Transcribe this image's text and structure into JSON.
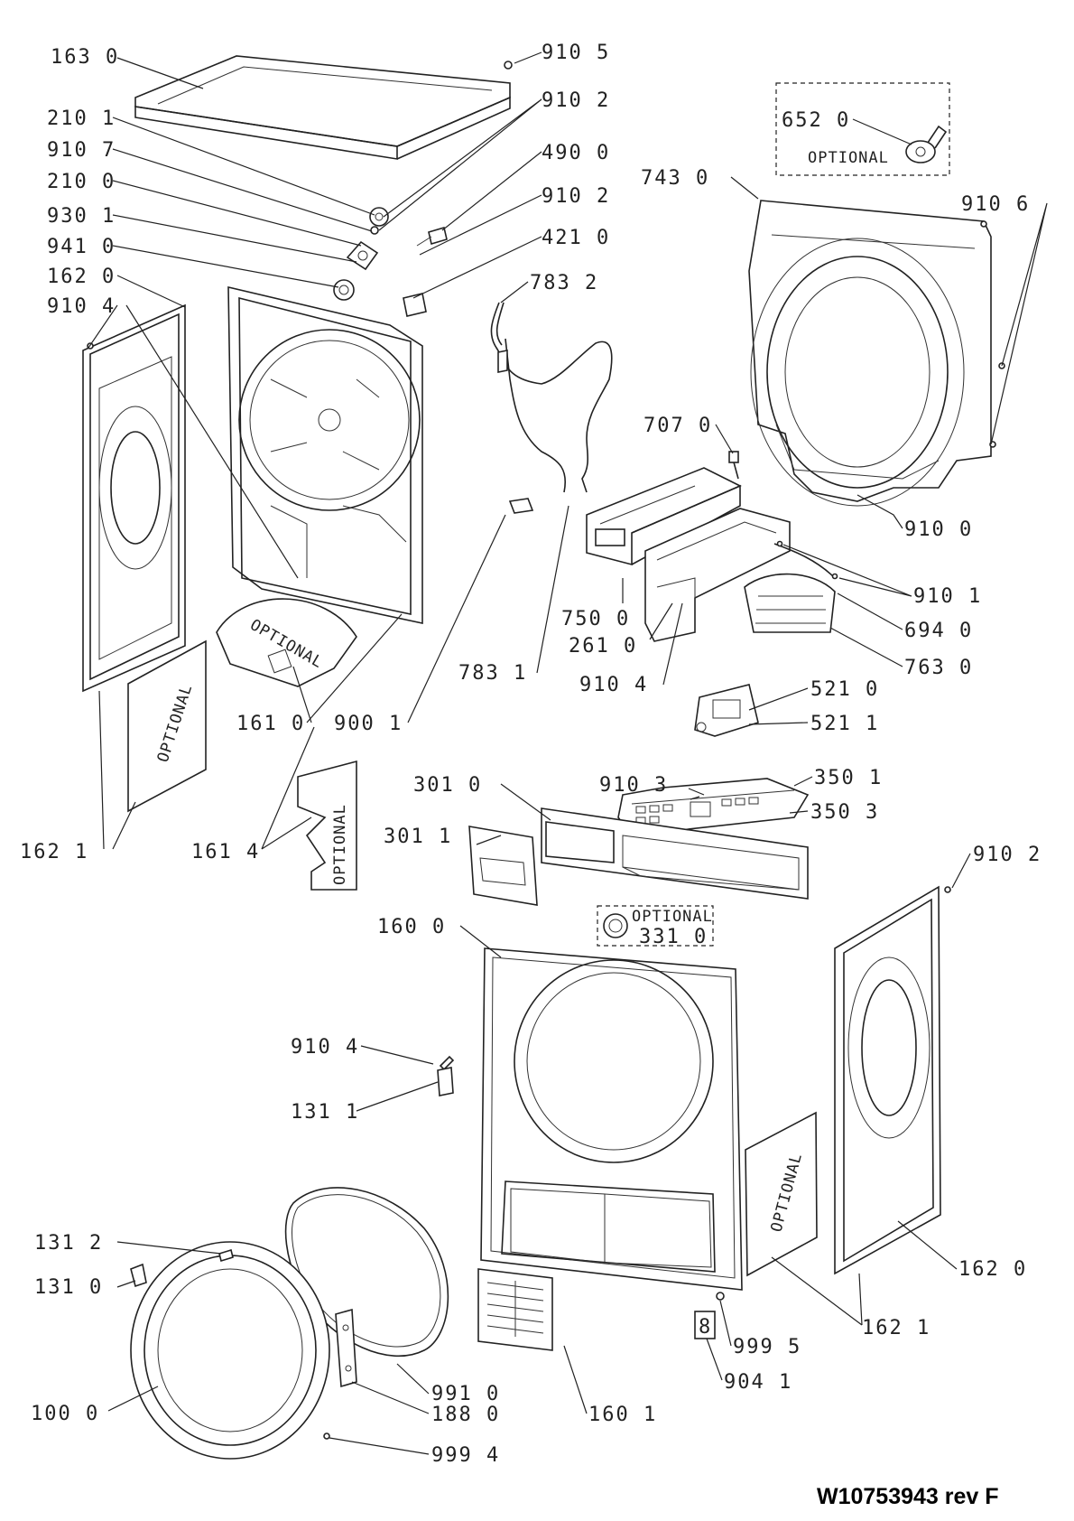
{
  "labels": {
    "l1630": "163 0",
    "l9105": "910 5",
    "l2101": "210 1",
    "l9102a": "910 2",
    "l9107": "910 7",
    "l4900": "490 0",
    "l2100": "210 0",
    "l9102b": "910 2",
    "l9301": "930 1",
    "l4210": "421 0",
    "l9410": "941 0",
    "l7832": "783 2",
    "l1620a": "162 0",
    "l9104a": "910 4",
    "l6520": "652 0",
    "l7430": "743 0",
    "l9106": "910 6",
    "l7070": "707 0",
    "l9100": "910 0",
    "l9101": "910 1",
    "l6941": "694 0",
    "l7630": "763 0",
    "l7500": "750 0",
    "l2610": "261 0",
    "l9104b": "910 4",
    "l7831": "783 1",
    "l1610": "161 0",
    "l9001": "900 1",
    "l5210": "521 0",
    "l5211": "521 1",
    "l9103": "910 3",
    "l3501": "350 1",
    "l3503": "350 3",
    "l3010": "301 0",
    "l3011": "301 1",
    "l1621a": "162 1",
    "l1614": "161 4",
    "l9102c": "910 2",
    "l3310": "331 0",
    "l1600": "160 0",
    "l9104c": "910 4",
    "l1311": "131 1",
    "l1312": "131 2",
    "l1310": "131 0",
    "l1620b": "162 0",
    "l1621b": "162 1",
    "l9995": "999 5",
    "l9041": "904 1",
    "l9910": "991 0",
    "l1880": "188 0",
    "l1601": "160 1",
    "l1000": "100 0",
    "l9994": "999 4"
  },
  "optional_labels": {
    "o1": "OPTIONAL",
    "o2": "OPTIONAL",
    "o3": "OPTIONAL",
    "o4": "OPTIONAL",
    "o5": "OPTIONAL",
    "o6": "OPTIONAL"
  },
  "badge": "8",
  "drawing_ref": "W10753943 rev F"
}
